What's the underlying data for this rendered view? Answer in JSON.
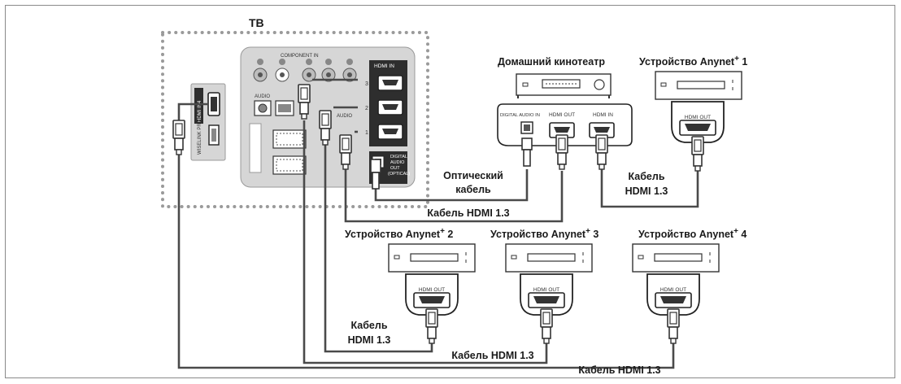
{
  "tv": {
    "title": "ТВ",
    "component_in": "COMPONENT IN",
    "hdmi_in": "HDMI IN",
    "hdmi_in4": "HDMI IN4",
    "wiselink": "WISELINK PRO",
    "audio": "AUDIO",
    "pc_audio": "AUDIO",
    "optical": [
      "DIGITAL",
      "AUDIO",
      "OUT",
      "(OPTICAL)"
    ],
    "port_numbers": [
      "3",
      "2",
      "1"
    ]
  },
  "devices": {
    "home_theater": {
      "title": "Домашний кинотеатр",
      "ports": [
        "DIGITAL AUDIO IN",
        "HDMI OUT",
        "HDMI IN"
      ]
    },
    "anynet1": {
      "title": "Устройство Anynet",
      "sup": "+",
      "num": " 1",
      "port": "HDMI OUT"
    },
    "anynet2": {
      "title": "Устройство Anynet",
      "sup": "+",
      "num": " 2",
      "port": "HDMI OUT"
    },
    "anynet3": {
      "title": "Устройство Anynet",
      "sup": "+",
      "num": " 3",
      "port": "HDMI OUT"
    },
    "anynet4": {
      "title": "Устройство Anynet",
      "sup": "+",
      "num": " 4",
      "port": "HDMI OUT"
    }
  },
  "cables": {
    "optical_line1": "Оптический",
    "optical_line2": "кабель",
    "kabel": "Кабель",
    "hdmi13": "HDMI 1.3",
    "hdmi_kabel": "Кабель HDMI 1.3"
  },
  "colors": {
    "line": "#4a4a4a",
    "panel": "#d6d6d6",
    "panel_dark": "#3a3a3a",
    "dots": "#9a9a9a"
  }
}
